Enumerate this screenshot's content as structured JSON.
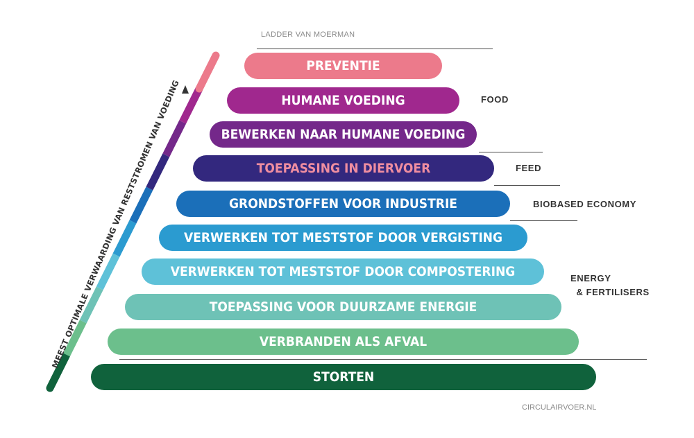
{
  "title": "LADDER VAN MOERMAN",
  "axis_label": "MEEST OPTIMALE VERWAARDING VAN RESTSTROMEN VAN VOEDING",
  "credit": "CIRCULAIRVOER.NL",
  "steps": [
    {
      "label": "PREVENTIE",
      "color": "#ec7a8b",
      "text_color": "#ffffff"
    },
    {
      "label": "HUMANE VOEDING",
      "color": "#a0288e",
      "text_color": "#ffffff"
    },
    {
      "label": "BEWERKEN NAAR HUMANE VOEDING",
      "color": "#74288a",
      "text_color": "#ffffff"
    },
    {
      "label": "TOEPASSING IN DIERVOER",
      "color": "#33287e",
      "text_color": "#f08ea0"
    },
    {
      "label": "GRONDSTOFFEN VOOR INDUSTRIE",
      "color": "#1b6fb9",
      "text_color": "#ffffff"
    },
    {
      "label": "VERWERKEN TOT MESTSTOF DOOR VERGISTING",
      "color": "#2b9bd0",
      "text_color": "#ffffff"
    },
    {
      "label": "VERWERKEN TOT MESTSTOF DOOR COMPOSTERING",
      "color": "#5ec1d8",
      "text_color": "#ffffff"
    },
    {
      "label": "TOEPASSING VOOR DUURZAME ENERGIE",
      "color": "#6ec2b6",
      "text_color": "#ffffff"
    },
    {
      "label": "VERBRANDEN ALS AFVAL",
      "color": "#6cbf8c",
      "text_color": "#ffffff"
    },
    {
      "label": "STORTEN",
      "color": "#10623c",
      "text_color": "#ffffff"
    }
  ],
  "categories": {
    "food": "FOOD",
    "feed": "FEED",
    "biobased": "BIOBASED ECONOMY",
    "energy": "ENERGY\n  & FERTILISERS"
  }
}
